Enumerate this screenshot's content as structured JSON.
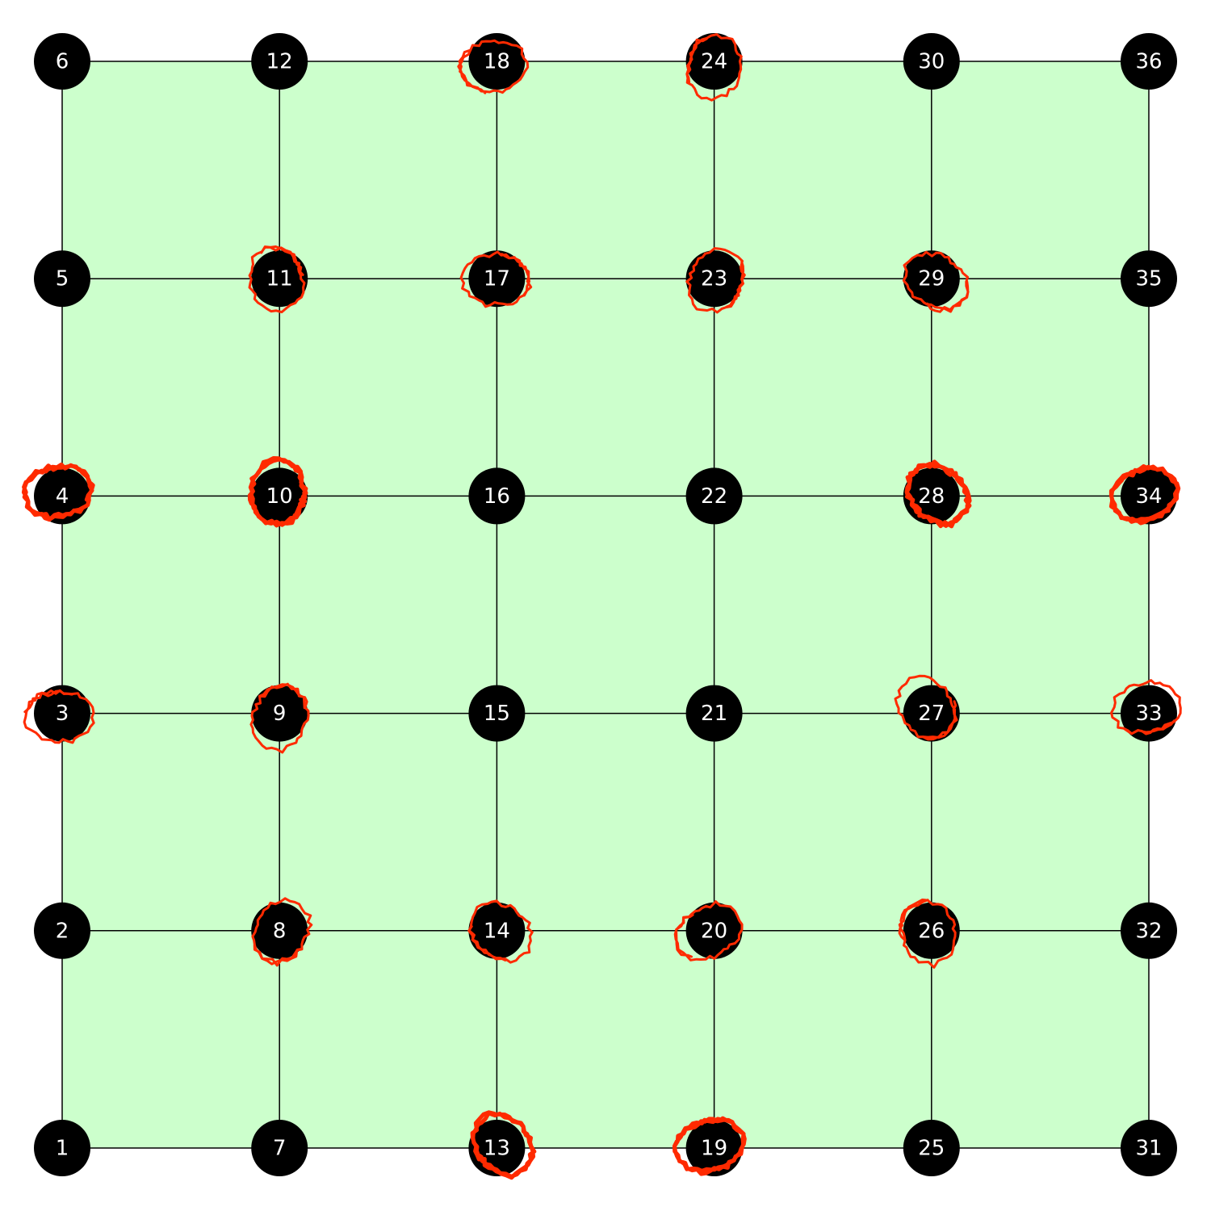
{
  "diagram": {
    "type": "grid-graph",
    "rows": 6,
    "cols": 6,
    "background_color": "#ffffff",
    "face_fill_color": "#ccffcc",
    "edge_color": "#000000",
    "node_color": "#000000",
    "label_color": "#ffffff",
    "mark_color": "#ff2a00",
    "nodes": [
      {
        "label": "1",
        "col": 0,
        "row": 0,
        "circled": false
      },
      {
        "label": "2",
        "col": 0,
        "row": 1,
        "circled": false
      },
      {
        "label": "3",
        "col": 0,
        "row": 2,
        "circled": true
      },
      {
        "label": "4",
        "col": 0,
        "row": 3,
        "circled": true
      },
      {
        "label": "5",
        "col": 0,
        "row": 4,
        "circled": false
      },
      {
        "label": "6",
        "col": 0,
        "row": 5,
        "circled": false
      },
      {
        "label": "7",
        "col": 1,
        "row": 0,
        "circled": false
      },
      {
        "label": "8",
        "col": 1,
        "row": 1,
        "circled": true
      },
      {
        "label": "9",
        "col": 1,
        "row": 2,
        "circled": true
      },
      {
        "label": "10",
        "col": 1,
        "row": 3,
        "circled": true
      },
      {
        "label": "11",
        "col": 1,
        "row": 4,
        "circled": true
      },
      {
        "label": "12",
        "col": 1,
        "row": 5,
        "circled": false
      },
      {
        "label": "13",
        "col": 2,
        "row": 0,
        "circled": true
      },
      {
        "label": "14",
        "col": 2,
        "row": 1,
        "circled": true
      },
      {
        "label": "15",
        "col": 2,
        "row": 2,
        "circled": false
      },
      {
        "label": "16",
        "col": 2,
        "row": 3,
        "circled": false
      },
      {
        "label": "17",
        "col": 2,
        "row": 4,
        "circled": true
      },
      {
        "label": "18",
        "col": 2,
        "row": 5,
        "circled": true
      },
      {
        "label": "19",
        "col": 3,
        "row": 0,
        "circled": true
      },
      {
        "label": "20",
        "col": 3,
        "row": 1,
        "circled": true
      },
      {
        "label": "21",
        "col": 3,
        "row": 2,
        "circled": false
      },
      {
        "label": "22",
        "col": 3,
        "row": 3,
        "circled": false
      },
      {
        "label": "23",
        "col": 3,
        "row": 4,
        "circled": true
      },
      {
        "label": "24",
        "col": 3,
        "row": 5,
        "circled": true
      },
      {
        "label": "25",
        "col": 4,
        "row": 0,
        "circled": false
      },
      {
        "label": "26",
        "col": 4,
        "row": 1,
        "circled": true
      },
      {
        "label": "27",
        "col": 4,
        "row": 2,
        "circled": true
      },
      {
        "label": "28",
        "col": 4,
        "row": 3,
        "circled": true
      },
      {
        "label": "29",
        "col": 4,
        "row": 4,
        "circled": true
      },
      {
        "label": "30",
        "col": 4,
        "row": 5,
        "circled": false
      },
      {
        "label": "31",
        "col": 5,
        "row": 0,
        "circled": false
      },
      {
        "label": "32",
        "col": 5,
        "row": 1,
        "circled": false
      },
      {
        "label": "33",
        "col": 5,
        "row": 2,
        "circled": true
      },
      {
        "label": "34",
        "col": 5,
        "row": 3,
        "circled": true
      },
      {
        "label": "35",
        "col": 5,
        "row": 4,
        "circled": false
      },
      {
        "label": "36",
        "col": 5,
        "row": 5,
        "circled": false
      }
    ]
  }
}
